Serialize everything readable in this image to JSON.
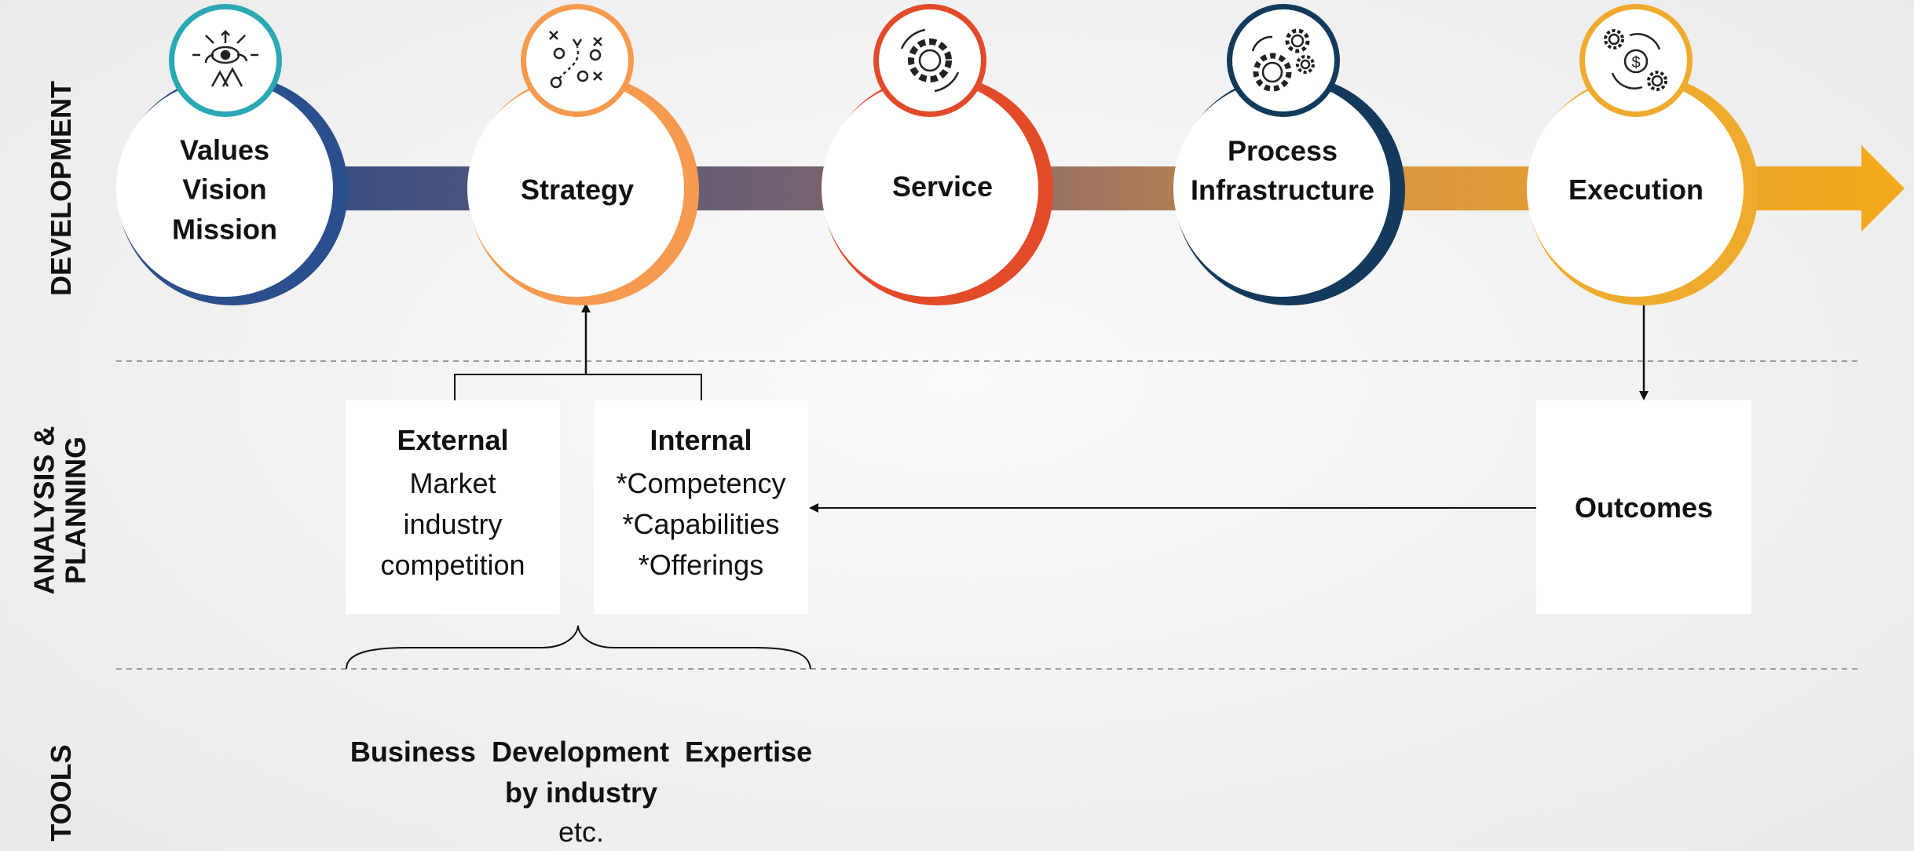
{
  "sections": {
    "development": "DEVELOPMENT",
    "analysis_line1": "ANALYSIS &",
    "analysis_line2": "PLANNING",
    "tools": "TOOLS"
  },
  "stages": [
    {
      "lines": [
        "Values",
        "Vision",
        "Mission"
      ],
      "color": "#2b4f8c",
      "icon": "vision-icon"
    },
    {
      "lines": [
        "Strategy"
      ],
      "color": "#f59a4e",
      "icon": "strategy-icon"
    },
    {
      "lines": [
        "Service"
      ],
      "color": "#e24a2a",
      "icon": "gear-icon"
    },
    {
      "lines": [
        "Process",
        "Infrastructure"
      ],
      "color": "#133a5c",
      "icon": "gears-icon"
    },
    {
      "lines": [
        "Execution"
      ],
      "color": "#efab2d",
      "icon": "money-cycle-icon"
    }
  ],
  "boxes": {
    "external": {
      "title": "External",
      "lines": [
        "Market",
        "industry",
        "competition"
      ]
    },
    "internal": {
      "title": "Internal",
      "lines": [
        "*Competency",
        "*Capabilities",
        "*Offerings"
      ]
    },
    "outcomes": {
      "title": "Outcomes"
    }
  },
  "tools": {
    "line1": "Business  Development  Expertise",
    "line2": "by industry",
    "line3": "etc."
  },
  "colors": {
    "arrow_start": "#2f4a85",
    "arrow_mid": "#8c6a6a",
    "arrow_end": "#f2a91e",
    "separator": "#999999",
    "connector": "#111111"
  }
}
